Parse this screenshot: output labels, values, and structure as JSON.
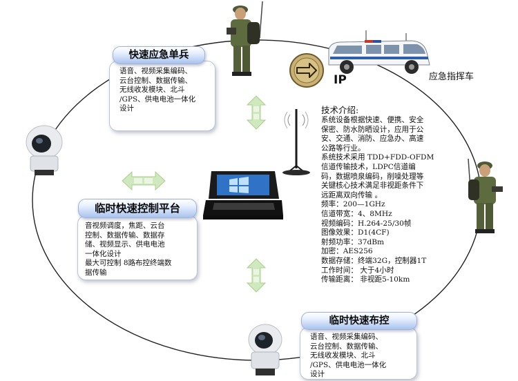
{
  "soldier_card": {
    "title": "快速应急单兵",
    "lines": [
      "语音、视频采集编码、",
      "云台控制、数据传输、",
      "无线收发模块、北斗",
      "/GPS、供电电池一体化",
      "设计"
    ]
  },
  "platform_card": {
    "title": "临时快速控制平台",
    "lines": [
      "音视频调度，焦距、云台",
      "控制、数据传输、数据存",
      "储、视频显示、供电电池",
      "一体化设计",
      "最大可控制 8路布控终端数",
      "据传输"
    ]
  },
  "deploy_card": {
    "title": "临时快速布控",
    "lines": [
      "语音、视频采集编码、",
      "云台控制、数据传输、",
      "无线收发模块、北斗",
      "/GPS、供电电池一体化",
      "设计"
    ]
  },
  "vehicle_label": "应急指挥车",
  "ip_label": "IP",
  "tech": {
    "lines": [
      "技术介绍:",
      "系统设备根据快速、便携、安全",
      "保密、防水防晒设计，应用于公",
      "安、交通、消防、应急办、高速",
      "公路等行业。",
      "系统技术采用 TDD+FDD-OFDM",
      "信道传输技术，LDPC信道编",
      "码，数据喷泉编码，削噪处理等",
      "关键核心技术满足非视距条件下",
      "远距离双向传输 。",
      "频率：200—1GHz",
      "信道带宽：4、8MHz",
      "视频编码：H.264-25/30帧",
      "图像效果：D1(4CF)",
      "射频功率：37dBm",
      "加密：AES256",
      "数据存储：终端32G，控制器1T",
      "工作时间：  大于4小时",
      "传输距离：  非视距5-10km"
    ]
  },
  "colors": {
    "card_border": "#b9c4d6",
    "pill_blue": "#a9c3ee",
    "arrow_green": "#cfe8bd",
    "ring": "#222222"
  }
}
